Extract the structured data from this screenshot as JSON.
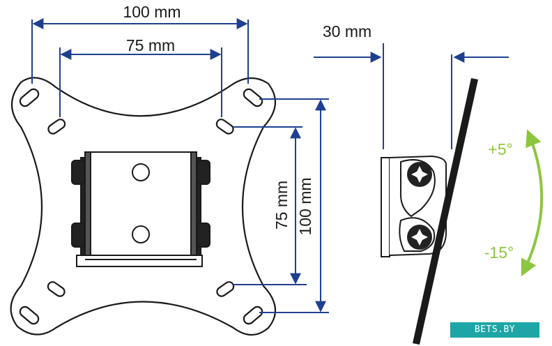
{
  "dimensions": {
    "top_outer": "100 mm",
    "top_inner": "75 mm",
    "side_inner": "75 mm",
    "side_outer": "100 mm",
    "depth": "30 mm"
  },
  "tilt": {
    "up": "+5°",
    "down": "-15°"
  },
  "watermark": "BETS.BY",
  "colors": {
    "dimension_line": "#1f3f8f",
    "tilt_arrow": "#8cc63f",
    "outline": "#1a1a1a"
  }
}
